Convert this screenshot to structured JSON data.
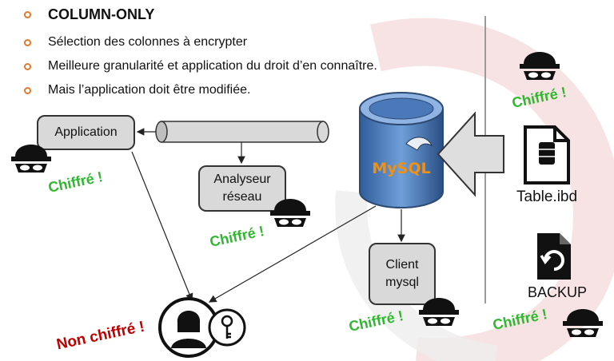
{
  "title": "COLUMN-ONLY",
  "bullets": [
    "Sélection des colonnes à encrypter",
    "Meilleure granularité et application du droit d’en connaître.",
    "Mais l’application doit être modifiée."
  ],
  "nodes": {
    "application": "Application",
    "analyseur_line1": "Analyseur",
    "analyseur_line2": "réseau",
    "client_line1": "Client",
    "client_line2": "mysql",
    "table_file": "Table.ibd",
    "backup": "BACKUP",
    "db_logo": "MySQL"
  },
  "labels": {
    "chiffre": "Chiffré !",
    "non_chiffre": "Non chiffré !"
  },
  "colors": {
    "encrypted": "#2eb82e",
    "not_encrypted": "#c00000",
    "bullet": "#e07a2a"
  },
  "icons": [
    "hacker-icon",
    "database-cylinder-icon",
    "file-database-icon",
    "file-restore-icon",
    "user-key-icon"
  ]
}
